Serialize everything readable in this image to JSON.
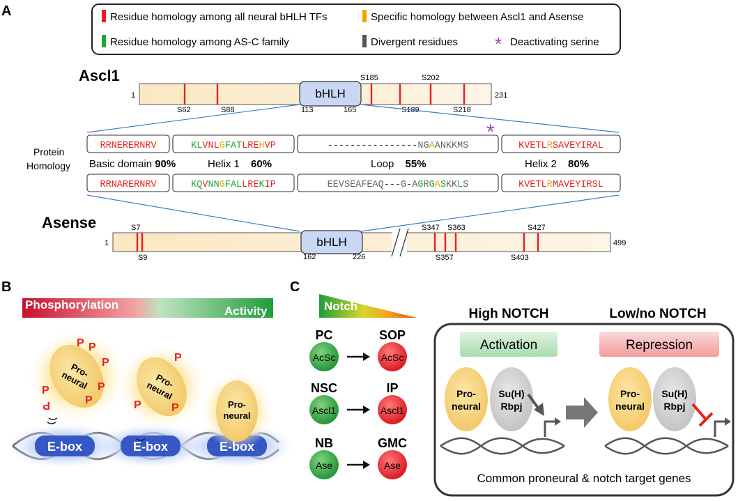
{
  "panelA": {
    "letter": "A",
    "legend": [
      {
        "label": "Residue homology among all neural bHLH TFs",
        "color": "#e8201c"
      },
      {
        "label": "Specific homology between Ascl1 and Asense",
        "color": "#f0a500"
      },
      {
        "label": "Residue homology among AS-C family",
        "color": "#22a43a"
      },
      {
        "label": "Divergent residues",
        "color": "#555555"
      },
      {
        "label": "Deactivating serine",
        "color": "#a23cb8",
        "symbol": "*"
      }
    ],
    "ascl1": {
      "name": "Ascl1",
      "start": "1",
      "end": "231",
      "bhlh": "bHLH",
      "bhlh_start": "113",
      "bhlh_end": "165",
      "sites_top": [
        "S185",
        "S202"
      ],
      "sites_bottom": [
        "S62",
        "S88",
        "S189",
        "S218"
      ]
    },
    "asense": {
      "name": "Asense",
      "start": "1",
      "end": "499",
      "bhlh": "bHLH",
      "bhlh_start": "162",
      "bhlh_end": "226",
      "sites_top": [
        "S7",
        "S347",
        "S363",
        "S427"
      ],
      "sites_bottom": [
        "S9",
        "S357",
        "S403"
      ]
    },
    "homology_label": [
      "Protein",
      "Homology"
    ],
    "domains": [
      {
        "name": "Basic domain",
        "pct": "90%"
      },
      {
        "name": "Helix 1",
        "pct": "60%"
      },
      {
        "name": "Loop",
        "pct": "55%"
      },
      {
        "name": "Helix 2",
        "pct": "80%"
      }
    ],
    "seq_top": {
      "basic": "RRNERERNRV",
      "helix1": "KLVNLGFATLREHVP",
      "loop": "----------------NGAANKKMS",
      "helix2": "KVETLRSAVEYIRAL"
    },
    "seq_bottom": {
      "basic": "RRNARERNRV",
      "helix1": "KQVNNGFALLREKIP",
      "loop": "EEVSEAFEAQ---G-AGRGASKKLS",
      "helix2": "KVETLRMAVEYIRSL"
    },
    "star": "*"
  },
  "panelB": {
    "letter": "B",
    "left_label": "Phosphorylation",
    "right_label": "Activity",
    "proneural_lines": [
      "Pro-",
      "neural"
    ],
    "p": "P",
    "ebox": "E-box",
    "colors": {
      "red": "#c8102e",
      "green": "#1f9d3a",
      "ebox": "#3558c4",
      "proneural": "#f4cf7d"
    }
  },
  "panelC": {
    "letter": "C",
    "notch": "Notch",
    "rows": [
      {
        "from_title": "PC",
        "from": "AcSc",
        "to_title": "SOP",
        "to": "AcSc"
      },
      {
        "from_title": "NSC",
        "from": "Ascl1",
        "to_title": "IP",
        "to": "Ascl1"
      },
      {
        "from_title": "NB",
        "from": "Ase",
        "to_title": "GMC",
        "to": "Ase"
      }
    ],
    "high": "High NOTCH",
    "low": "Low/no NOTCH",
    "activation": "Activation",
    "repression": "Repression",
    "proneural_lines": [
      "Pro-",
      "neural"
    ],
    "suh_lines": [
      "Su(H)",
      "Rbpj"
    ],
    "caption": "Common proneural & notch target genes"
  }
}
